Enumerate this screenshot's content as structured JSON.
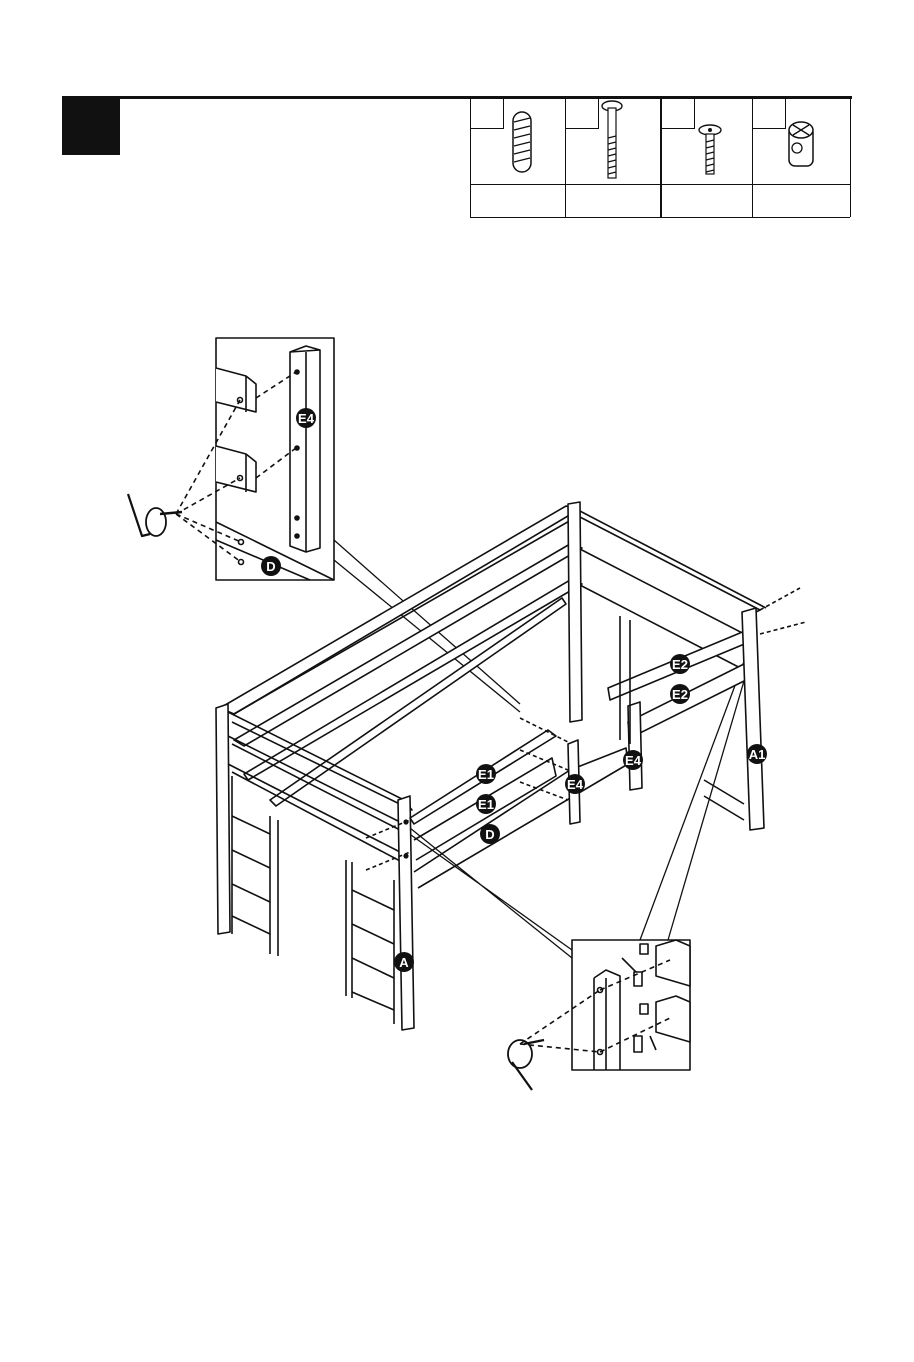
{
  "step": {
    "number": ""
  },
  "hardware": [
    {
      "id": "wood-dowel",
      "icon": "dowel-icon",
      "qty": ""
    },
    {
      "id": "long-bolt",
      "icon": "long-bolt-icon",
      "qty": ""
    },
    {
      "id": "short-bolt",
      "icon": "short-bolt-icon",
      "qty": ""
    },
    {
      "id": "barrel-nut",
      "icon": "barrel-nut-icon",
      "qty": ""
    }
  ],
  "part_labels": {
    "e4_inset": "E4",
    "d_inset": "D",
    "e1_top": "E1",
    "e1_bottom": "E1",
    "d_main": "D",
    "e4_main_left": "E4",
    "e4_main_right": "E4",
    "e2_top": "E2",
    "e2_bottom": "E2",
    "a1": "A1",
    "a": "A"
  },
  "colors": {
    "ink": "#111111",
    "paper": "#ffffff"
  }
}
